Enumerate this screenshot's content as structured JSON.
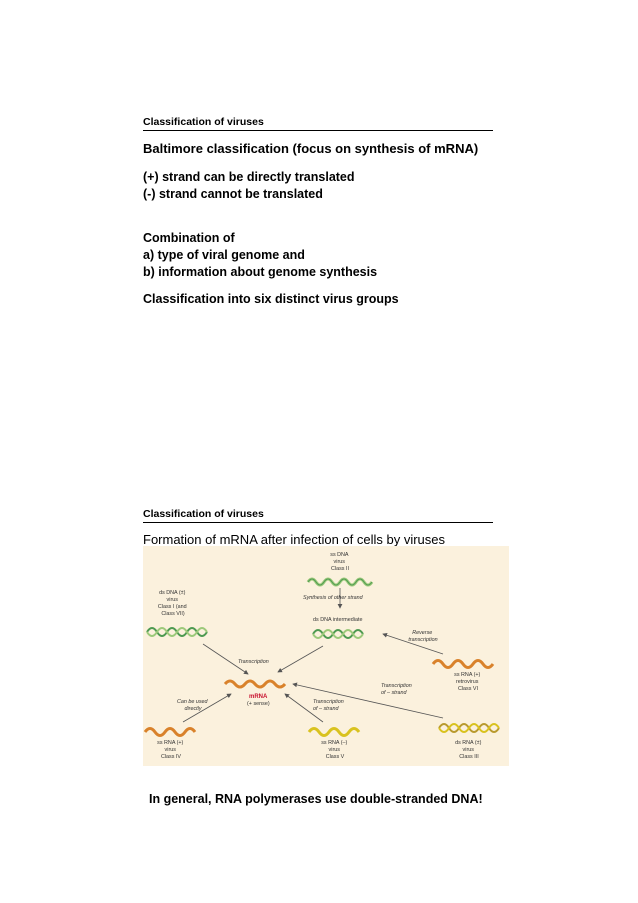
{
  "section1": {
    "heading": "Classification of viruses",
    "title": "Baltimore classification (focus on synthesis of mRNA)",
    "strand_pos": "(+) strand can be directly translated",
    "strand_neg": "(-) strand cannot be translated",
    "combination_intro": "Combination of",
    "item_a": "a)  type of viral genome and",
    "item_b": "b)  information about genome synthesis",
    "summary": "Classification into six distinct virus groups"
  },
  "section2": {
    "heading": "Classification of viruses",
    "subtitle": "Formation of mRNA after infection of cells by viruses",
    "figure": {
      "ssdna": [
        "ss DNA",
        "virus",
        "Class II"
      ],
      "synthesis": "Synthesis of other strand",
      "dsdna_intermediate": "ds DNA intermediate",
      "dsdna": [
        "ds DNA (±)",
        "virus",
        "Class I (and",
        "Class VII)"
      ],
      "reverse": [
        "Reverse",
        "transcription"
      ],
      "retrovirus": [
        "ss RNA (+)",
        "retrovirus",
        "Class VI"
      ],
      "transcription": "Transcription",
      "mrna": "mRNA",
      "mrna_sense": "(+ sense)",
      "used_directly": [
        "Can be used",
        "directly"
      ],
      "transcription_minus_mid": [
        "Transcription",
        "of – strand"
      ],
      "transcription_minus_right": [
        "Transcription",
        "of – strand"
      ],
      "ssrna_pos": [
        "ss RNA (+)",
        "virus",
        "Class IV"
      ],
      "ssrna_neg": [
        "ss RNA (–)",
        "virus",
        "Class V"
      ],
      "dsrna": [
        "ds RNA (±)",
        "virus",
        "Class III"
      ]
    },
    "colors": {
      "figure_bg": "#fbf1dd",
      "dna_green": "#4e9a51",
      "dna_green_light": "#9cc97a",
      "rna_orange": "#d9822b",
      "rna_yellow": "#d9c21f",
      "rna_olive": "#b99a2e",
      "mrna_red": "#c8102e"
    },
    "footer": "In general, RNA polymerases use double-stranded DNA!"
  }
}
